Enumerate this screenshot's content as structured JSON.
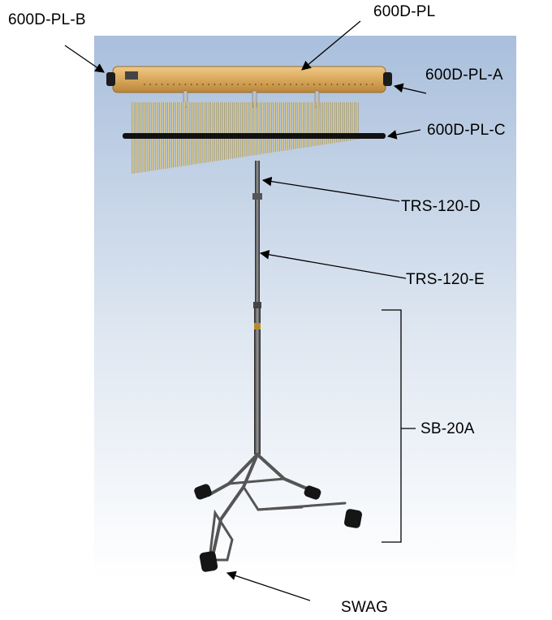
{
  "labels": {
    "pl_b": "600D-PL-B",
    "pl": "600D-PL",
    "pl_a": "600D-PL-A",
    "pl_c": "600D-PL-C",
    "trs_d": "TRS-120-D",
    "trs_e": "TRS-120-E",
    "sb": "SB-20A",
    "swag": "SWAG"
  },
  "colors": {
    "background_top": "#a9bfdc",
    "background_bottom": "#ffffff",
    "wood": "#d8a85a",
    "chime": "#c9b67a",
    "metal": "#3a3a3a"
  },
  "chime_count": 58
}
